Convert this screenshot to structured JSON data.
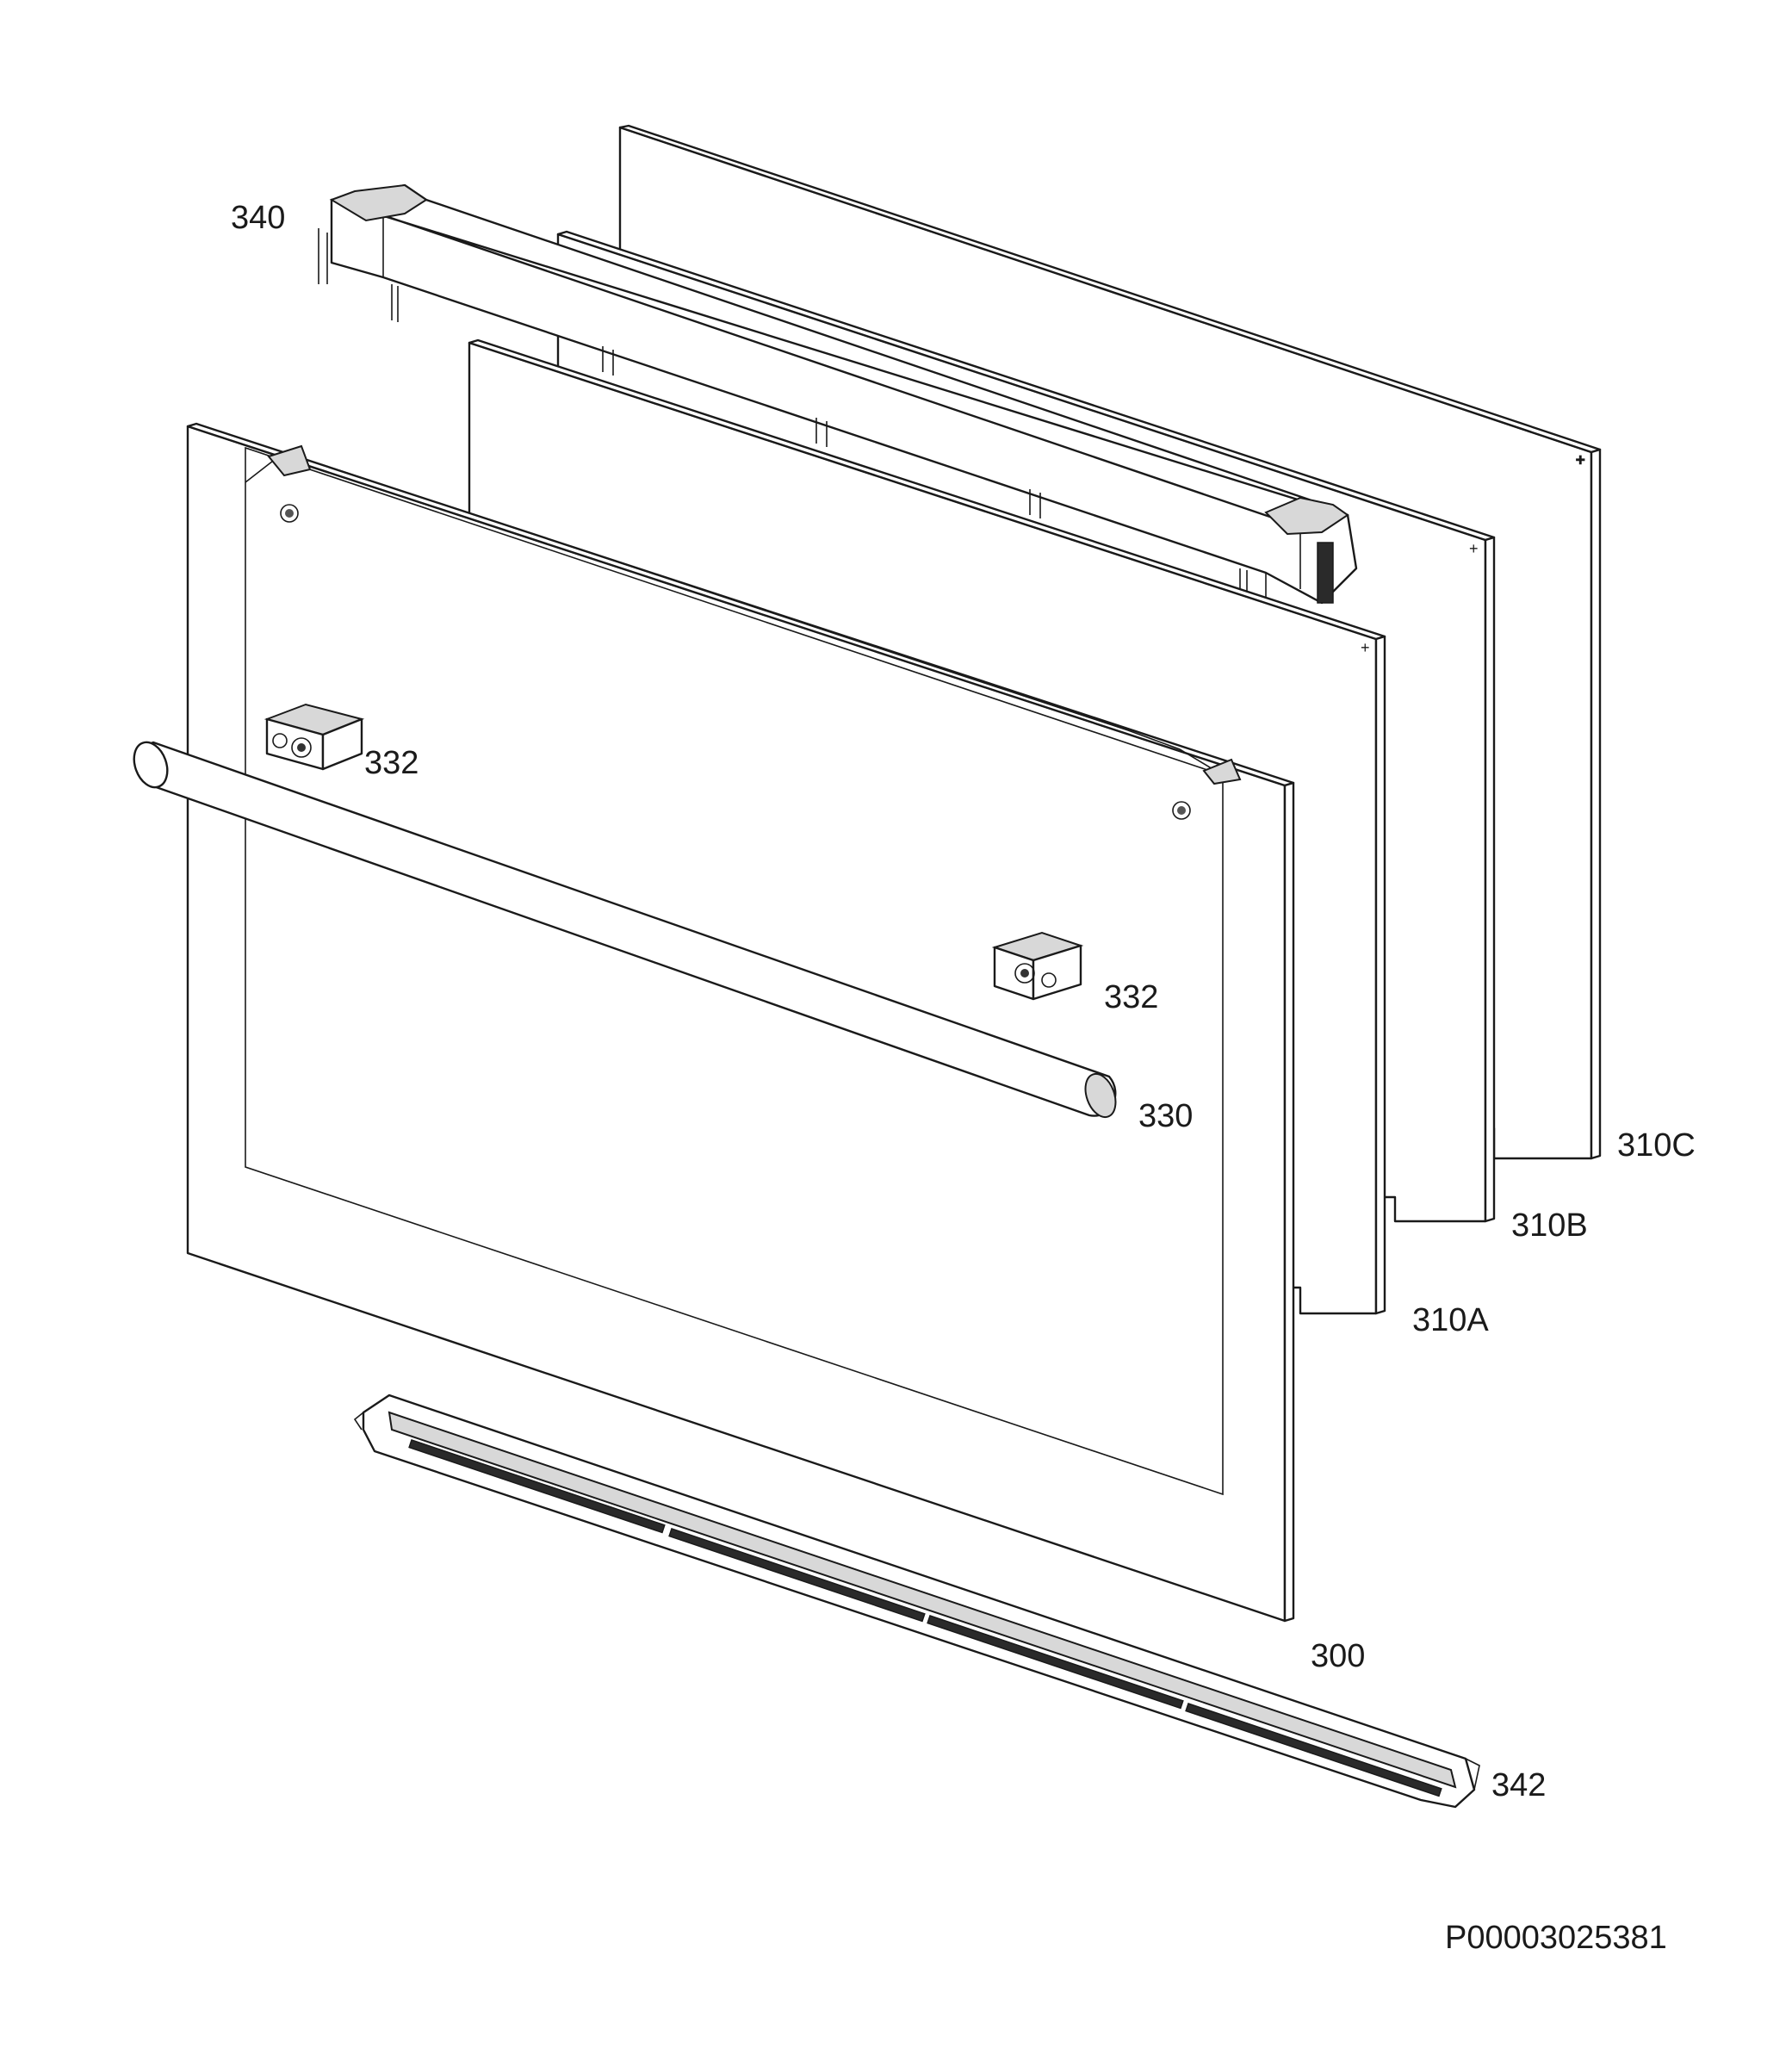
{
  "parts": [
    {
      "id": "340",
      "label": "340"
    },
    {
      "id": "332a",
      "label": "332"
    },
    {
      "id": "332b",
      "label": "332"
    },
    {
      "id": "330",
      "label": "330"
    },
    {
      "id": "310C",
      "label": "310C"
    },
    {
      "id": "310B",
      "label": "310B"
    },
    {
      "id": "310A",
      "label": "310A"
    },
    {
      "id": "300",
      "label": "300"
    },
    {
      "id": "342",
      "label": "342"
    }
  ],
  "drawing_code": "P00003025381"
}
